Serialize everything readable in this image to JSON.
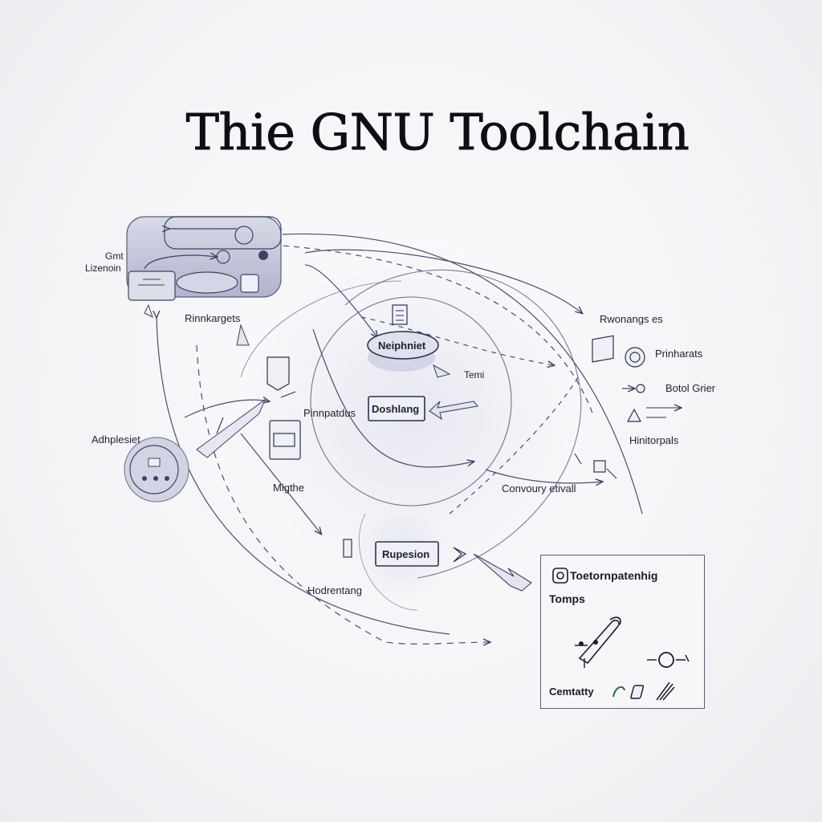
{
  "title": "Thie GNU Toolchain",
  "colors": {
    "accent": "#7d82a8",
    "line": "#3e4262",
    "fill": "#c3c6dc"
  },
  "labels": {
    "gmt": "Gmt",
    "lizenoin": "Lizenoin",
    "rinnkargets": "Rinnkargets",
    "adhplesiet": "Adhplesiet",
    "neiphniet": "Neiphniet",
    "temi": "Temi",
    "pinnpatdus": "Pinnpatdus",
    "doshlang": "Doshlang",
    "migthe": "Migthe",
    "rupesion": "Rupesion",
    "hodrentang": "Hodrentang",
    "rwonangs": "Rwonangs es",
    "prinharats": "Prinharats",
    "botol_grier": "Botol Grier",
    "hinitorpals": "Hinitorpals",
    "convoury": "Convoury etivall"
  },
  "legend": {
    "title": "Toetornpatenhig",
    "subtitle": "Tomps",
    "footer": "Cemtatty",
    "icons": [
      "wrench-icon",
      "pin-icon",
      "ring-icon",
      "hook-icon",
      "gauge-icon",
      "knife-icon"
    ]
  }
}
